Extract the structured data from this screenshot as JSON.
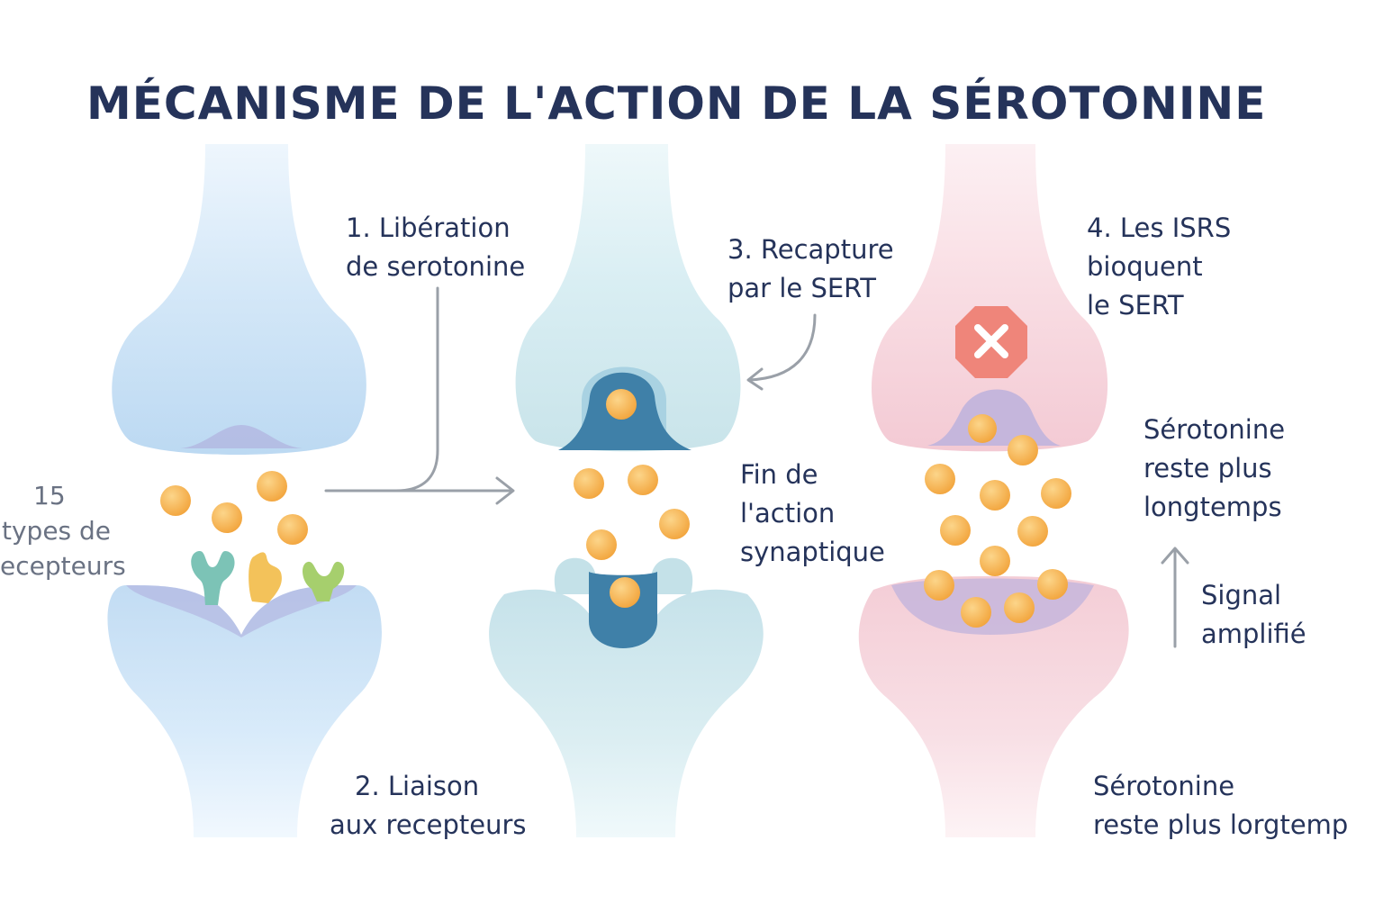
{
  "title": "MÉCANISME DE L'ACTION DE LA SÉROTONINE",
  "labels": {
    "release": {
      "line1": "1. Libération",
      "line2": "de serotonine"
    },
    "binding": {
      "line1": "2. Liaison",
      "line2": "aux recepteurs"
    },
    "reuptake": {
      "line1": "3. Recapture",
      "line2": "par le SERT"
    },
    "ssri": {
      "line1": "4. Les ISRS",
      "line2": "bioquent",
      "line3": "le SERT"
    },
    "end_action": {
      "line1": "Fin de",
      "line2": "l'action",
      "line3": "synaptique"
    },
    "stays_upper": {
      "line1": "Sérotonine",
      "line2": "reste plus",
      "line3": "longtemps"
    },
    "signal": {
      "line1": "Signal",
      "line2": "amplifié"
    },
    "stays_lower": {
      "line1": "Sérotonine",
      "line2": "reste plus lorgtemp"
    },
    "receptor_types": {
      "line1": "15",
      "line2": "types de",
      "line3": "ecepteurs"
    }
  },
  "icons": {
    "block": "x-octagon-icon",
    "arrow_right": "arrow-right-icon",
    "arrow_curved": "curved-arrow-icon",
    "arrow_up": "arrow-up-icon"
  },
  "colors": {
    "title": "#25335a",
    "text": "#25335a",
    "neuron_blue": "#c3ddf4",
    "neuron_teal": "#cde6ec",
    "neuron_pink": "#f6d4dc",
    "cleft_purple": "#b1b3de",
    "transporter": "#3d7fa6",
    "serotonin": "#f6b24e",
    "block_red": "#ef857a",
    "arrow": "#9aa0a8",
    "receptor_teal": "#7cc3b6",
    "receptor_orange": "#f3c25a",
    "receptor_green": "#a6cf6d"
  }
}
